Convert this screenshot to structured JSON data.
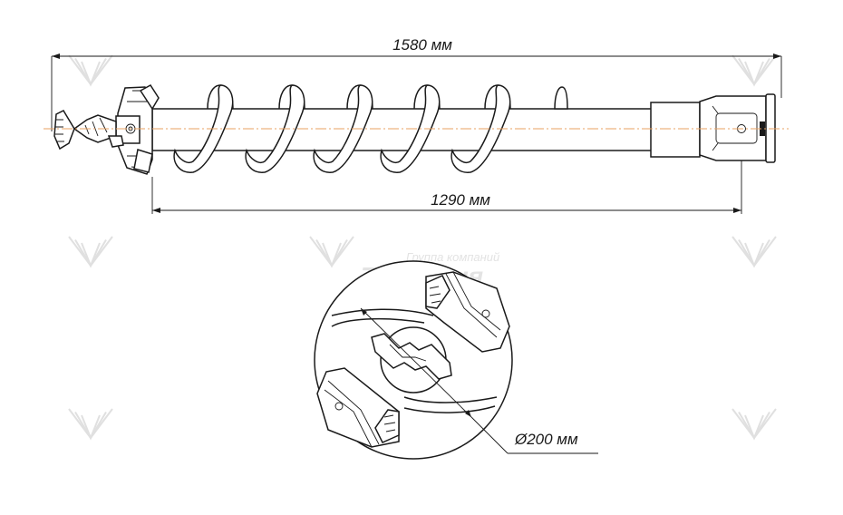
{
  "dimensions": {
    "overall_length": "1580 мм",
    "auger_length": "1290 мм",
    "diameter": "Ø200 мм"
  },
  "watermark": {
    "company_line": "Группа компаний",
    "brand": "Традиция"
  },
  "colors": {
    "line": "#1a1a1a",
    "axis": "#e8a060",
    "watermark": "#e3e3e3"
  }
}
